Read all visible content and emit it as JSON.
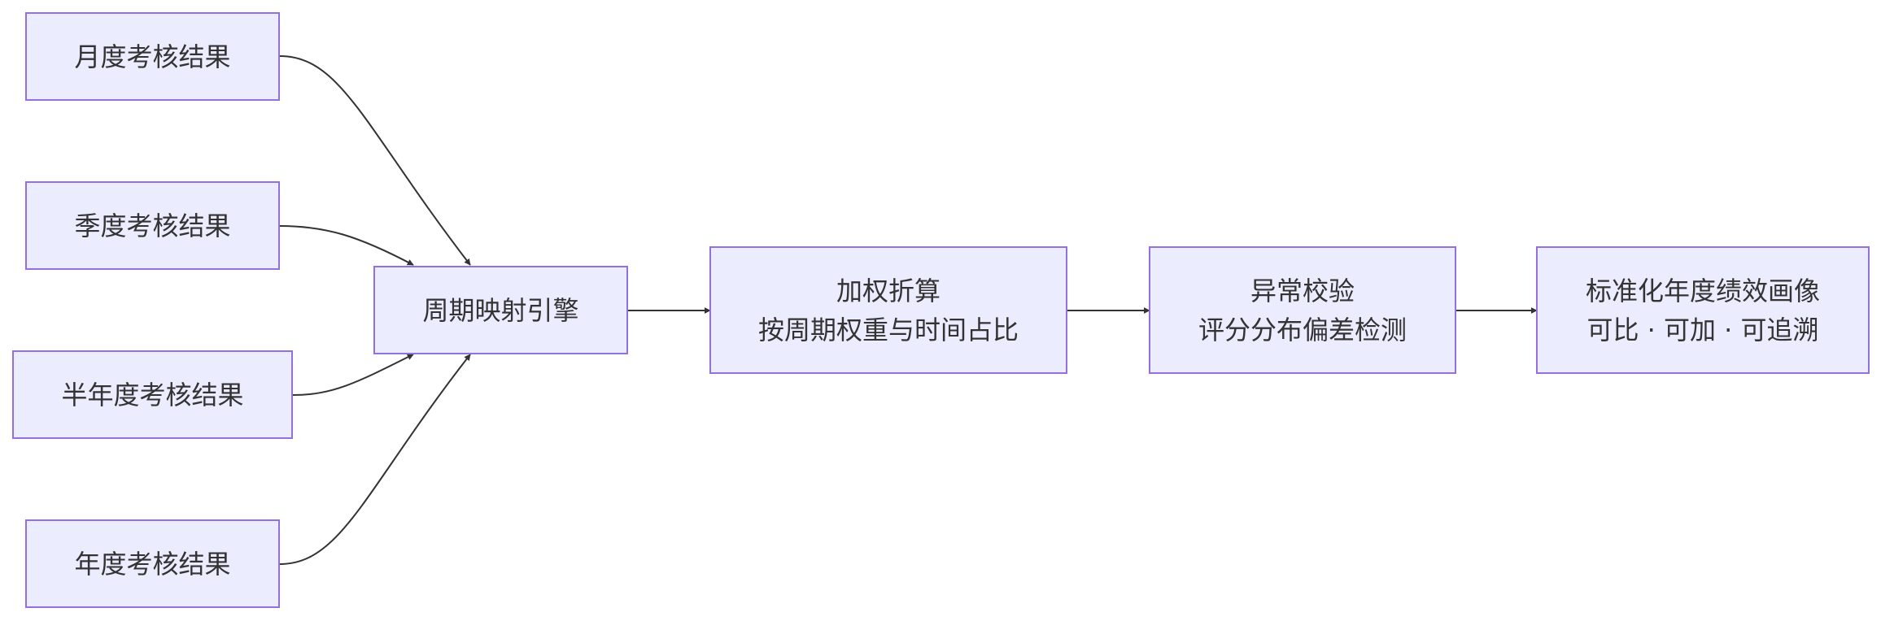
{
  "diagram": {
    "nodes": {
      "monthly": {
        "label": "月度考核结果"
      },
      "quarterly": {
        "label": "季度考核结果"
      },
      "semiannual": {
        "label": "半年度考核结果"
      },
      "annual": {
        "label": "年度考核结果"
      },
      "engine": {
        "label": "周期映射引擎"
      },
      "weighting": {
        "line1": "加权折算",
        "line2": "按周期权重与时间占比"
      },
      "validation": {
        "line1": "异常校验",
        "line2": "评分分布偏差检测"
      },
      "profile": {
        "line1": "标准化年度绩效画像",
        "line2": "可比 · 可加 · 可追溯"
      }
    },
    "edges": [
      {
        "from": "monthly",
        "to": "engine"
      },
      {
        "from": "quarterly",
        "to": "engine"
      },
      {
        "from": "semiannual",
        "to": "engine"
      },
      {
        "from": "annual",
        "to": "engine"
      },
      {
        "from": "engine",
        "to": "weighting"
      },
      {
        "from": "weighting",
        "to": "validation"
      },
      {
        "from": "validation",
        "to": "profile"
      }
    ],
    "colors": {
      "node_fill": "#ececff",
      "node_stroke": "#9370db",
      "edge": "#333333",
      "text": "#333333"
    }
  }
}
